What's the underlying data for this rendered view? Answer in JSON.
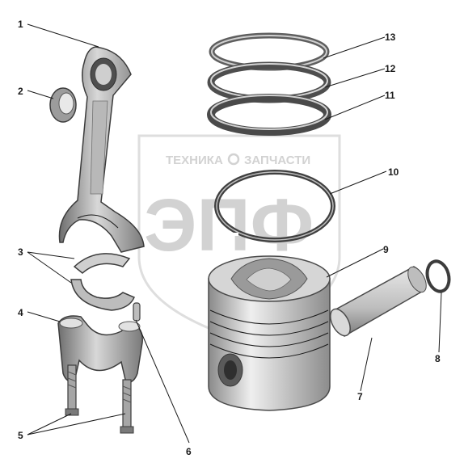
{
  "watermark": {
    "line1_left": "ТЕХНИКА",
    "line1_right": "ЗАПЧАСТИ",
    "logo": "ЭПФ",
    "color": "#d2d2d2"
  },
  "callouts": [
    {
      "id": "1",
      "text": "1"
    },
    {
      "id": "2",
      "text": "2"
    },
    {
      "id": "3",
      "text": "3"
    },
    {
      "id": "4",
      "text": "4"
    },
    {
      "id": "5",
      "text": "5"
    },
    {
      "id": "6",
      "text": "6"
    },
    {
      "id": "7",
      "text": "7"
    },
    {
      "id": "8",
      "text": "8"
    },
    {
      "id": "9",
      "text": "9"
    },
    {
      "id": "10",
      "text": "10"
    },
    {
      "id": "11",
      "text": "11"
    },
    {
      "id": "12",
      "text": "12"
    },
    {
      "id": "13",
      "text": "13"
    }
  ],
  "colors": {
    "ink": "#1a1a1a",
    "metal_dark": "#6e6e6e",
    "metal_mid": "#a8a8a8",
    "metal_light": "#dedede"
  }
}
